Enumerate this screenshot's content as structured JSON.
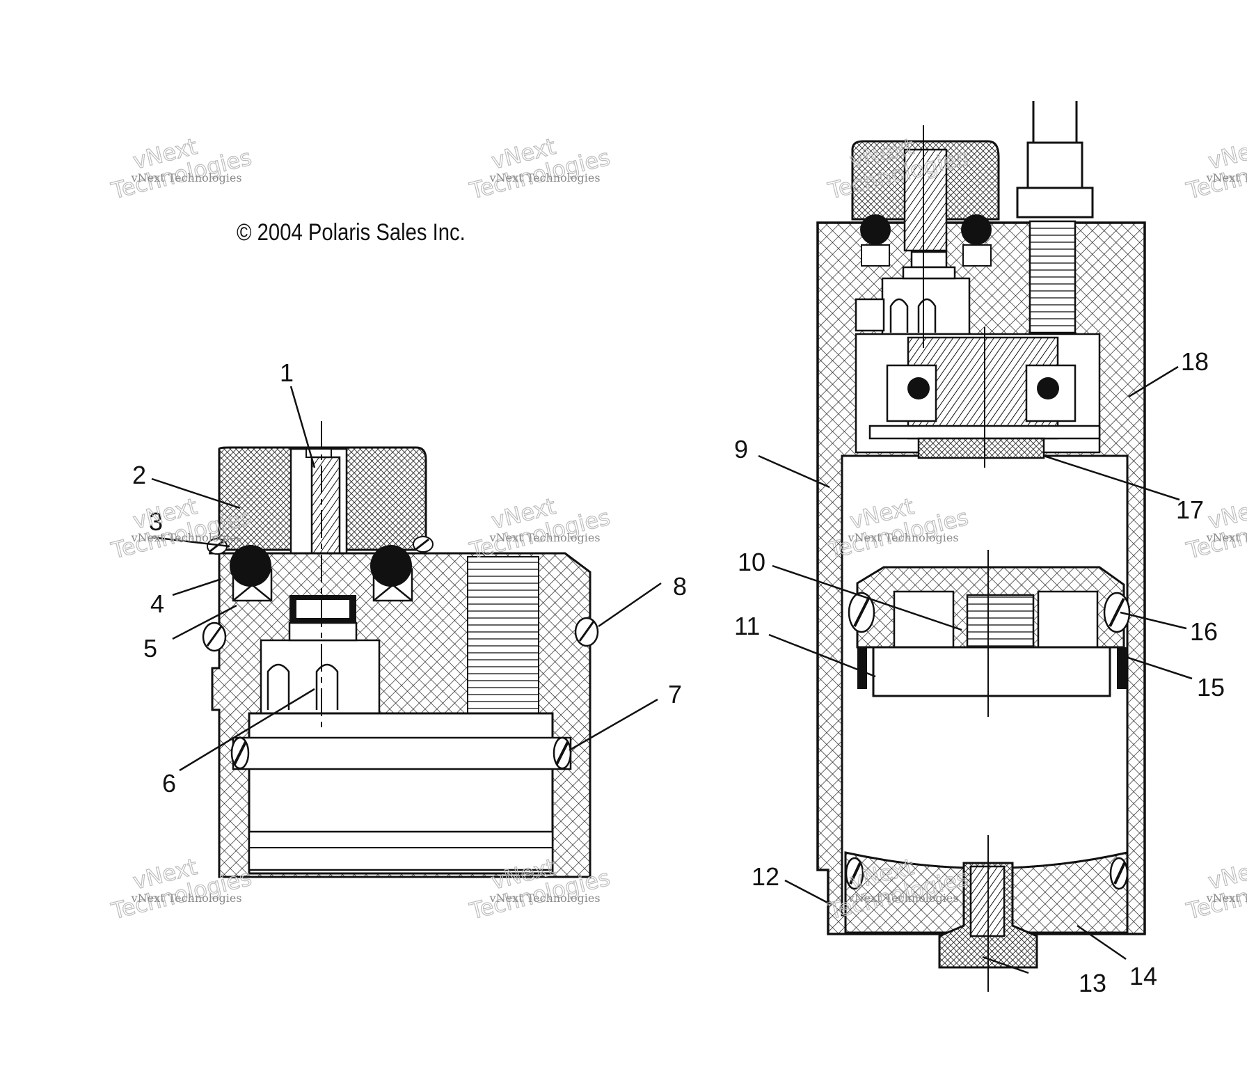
{
  "copyright": "© 2004 Polaris Sales Inc.",
  "watermark": {
    "line_small": "vNext Technologies",
    "line_a": "vNext",
    "line_b": "Technologies"
  },
  "callouts": {
    "c1": "1",
    "c2": "2",
    "c3": "3",
    "c4": "4",
    "c5": "5",
    "c6": "6",
    "c7": "7",
    "c8": "8",
    "c9": "9",
    "c10": "10",
    "c11": "11",
    "c12": "12",
    "c13": "13",
    "c14": "14",
    "c15": "15",
    "c16": "16",
    "c17": "17",
    "c18": "18"
  }
}
